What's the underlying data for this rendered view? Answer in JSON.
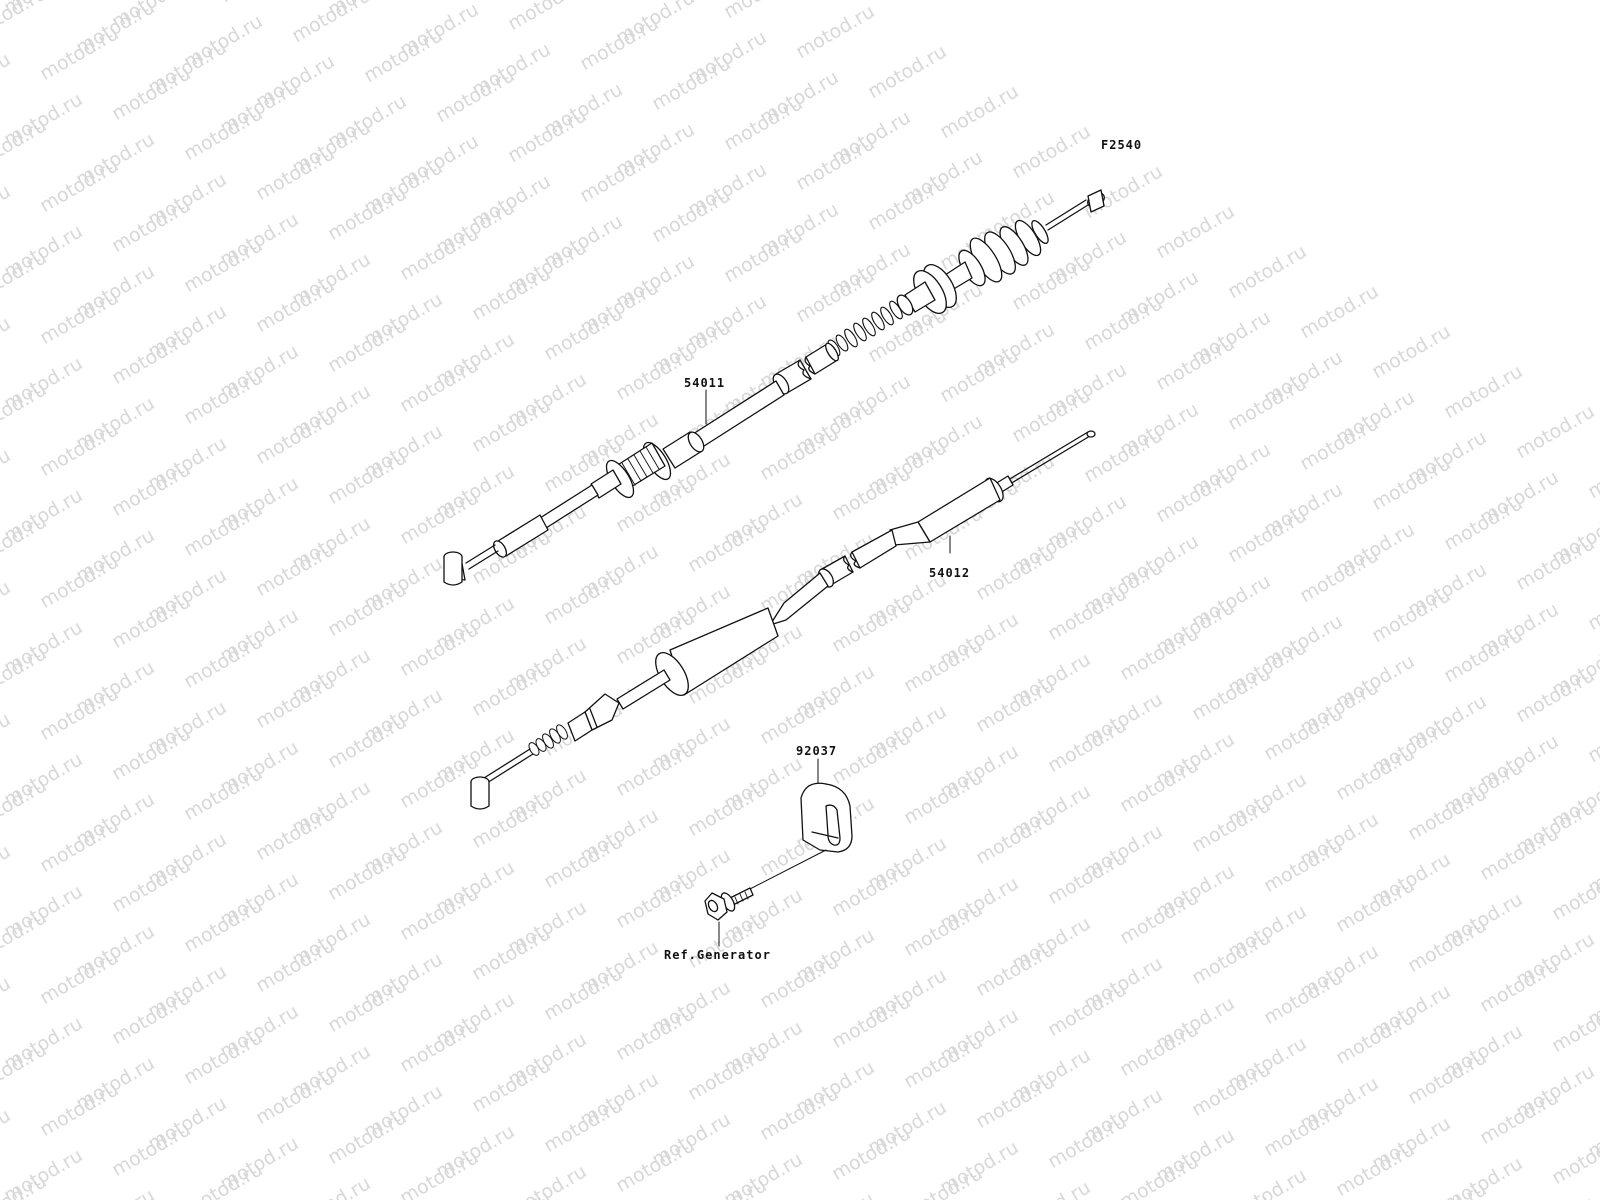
{
  "figure_code": "F2540",
  "watermark": "motod.ru",
  "parts": [
    {
      "key": "clutch_cable",
      "number": "54011"
    },
    {
      "key": "throttle_cable",
      "number": "54012"
    },
    {
      "key": "cable_clamp",
      "number": "92037"
    },
    {
      "key": "bolt",
      "number": "Ref.Generator"
    }
  ]
}
